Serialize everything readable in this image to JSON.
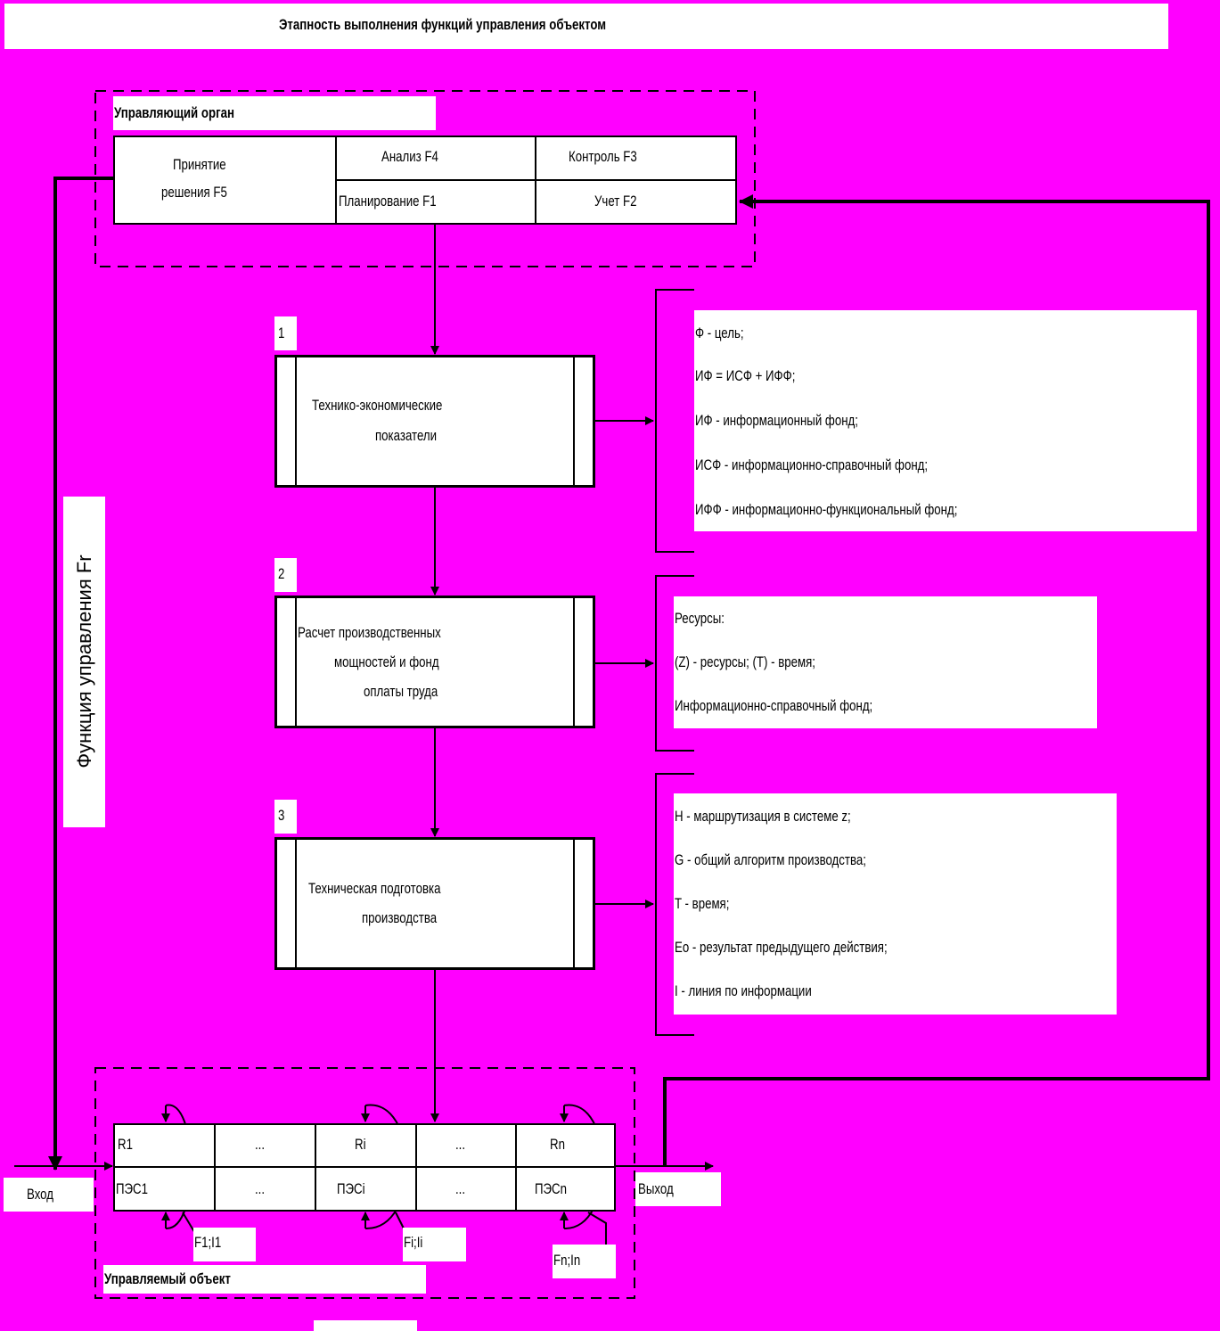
{
  "title": "Этапность выполнения функций управления объектом",
  "controller": {
    "label": "Управляющий орган",
    "decision": [
      "Принятие",
      "решения F5"
    ],
    "analysis": "Анализ F4",
    "control": "Контроль F3",
    "planning": "Планирование  F1",
    "accounting": "Учет F2"
  },
  "side_label": "Функция управления Fr",
  "steps": [
    {
      "num": "1",
      "lines": [
        "Технико-экономические",
        "показатели"
      ]
    },
    {
      "num": "2",
      "lines": [
        "Расчет производственных",
        "мощностей и фонд",
        "оплаты труда"
      ]
    },
    {
      "num": "3",
      "lines": [
        "Техническая подготовка",
        "производства"
      ]
    }
  ],
  "notes": [
    [
      "Ф - цель;",
      "ИФ = ИСФ + ИФФ;",
      "ИФ - информационный фонд;",
      "ИСФ - информационно-справочный фонд;",
      "ИФФ - информационно-функциональный фонд;"
    ],
    [
      "Ресурсы:",
      "(Z) - ресурсы;  (T) - время;",
      "Информационно-справочный фонд;"
    ],
    [
      "H - маршрутизация в системе z;",
      "G - общий алгоритм производства;",
      "T - время;",
      "Eo - результат предыдущего действия;",
      "I - линия по информации"
    ]
  ],
  "object": {
    "label": "Управляемый объект",
    "top_row": [
      "R1",
      "...",
      "Ri",
      "...",
      "Rn"
    ],
    "bottom_row": [
      "ПЭС1",
      "...",
      "ПЭСi",
      "...",
      "ПЭСn"
    ],
    "loops": [
      "F1;I1",
      "Fi;Ii",
      "Fn;In"
    ],
    "input": "Вход",
    "output": "Выход"
  }
}
